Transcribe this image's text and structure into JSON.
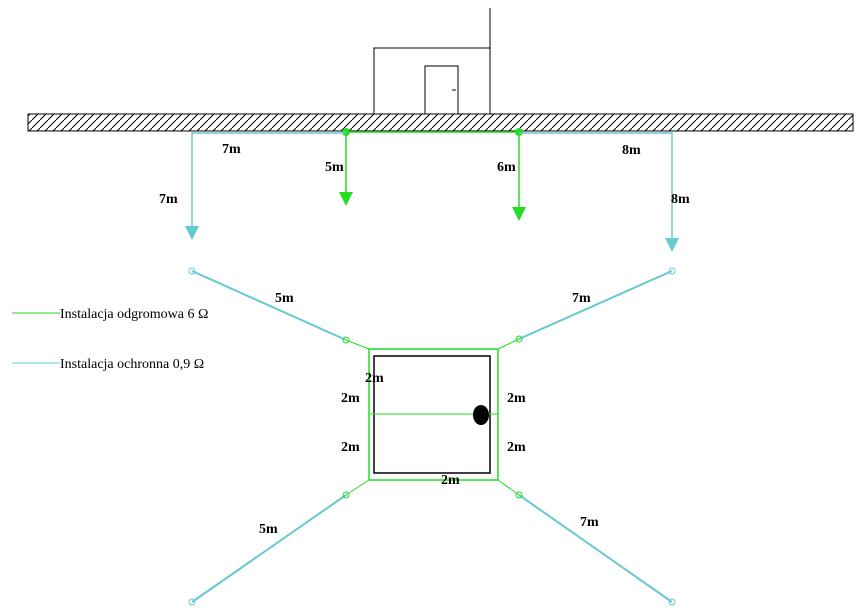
{
  "colors": {
    "green": "#22dd22",
    "cyan": "#66c8d0",
    "black": "#000000"
  },
  "legend": {
    "green_label": "Instalacja odgromowa 6 Ω",
    "cyan_label": "Instalacja ochronna 0,9 Ω"
  },
  "labels": {
    "left_horizontal": "7m",
    "left_vertical": "7m",
    "right_horizontal": "8m",
    "right_vertical": "8m",
    "green_rod_left": "5m",
    "green_rod_right": "6m",
    "upper_left_diag": "5m",
    "upper_right_diag": "7m",
    "lower_left_diag": "5m",
    "lower_right_diag": "7m",
    "square_inner_top": "2m",
    "square_left_upper": "2m",
    "square_left_lower": "2m",
    "square_right_upper": "2m",
    "square_right_lower": "2m",
    "square_bottom": "2m"
  }
}
